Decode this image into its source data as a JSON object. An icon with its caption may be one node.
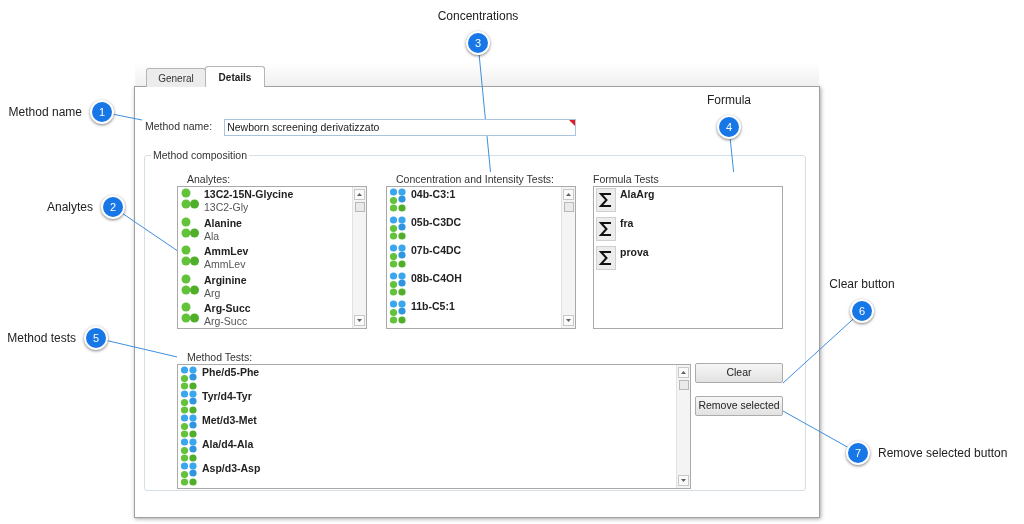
{
  "diagram": {
    "nodes": [
      {
        "text": [
          "3"
        ],
        "beside": [
          "Concentrations"
        ]
      },
      {
        "text": [
          "4"
        ],
        "beside": [
          "Formula"
        ]
      },
      {
        "text": [
          "1"
        ],
        "beside": [
          "Method name"
        ]
      },
      {
        "text": [
          "Method name:",
          "Newborn screening derivatizzato"
        ]
      },
      {
        "text": [
          "Method composition"
        ]
      },
      {
        "text": [
          "Analytes:",
          "13C2-15N-Glycine",
          "13C2-Gly",
          "Alanine",
          "Ala",
          "AmmLev",
          "AmmLev",
          "Arginine",
          "Arg",
          "Arg-Succ",
          "Arg-Succ"
        ],
        "in": 4
      },
      {
        "text": [
          "Concentration and Intensity Tests:",
          "04b-C3:1",
          "05b-C3DC",
          "07b-C4DC",
          "08b-C4OH",
          "11b-C5:1"
        ],
        "in": 4
      },
      {
        "text": [
          "Formula Tests",
          "AlaArg",
          "fra",
          "prova"
        ],
        "in": 4
      },
      {
        "text": [
          "2"
        ],
        "beside": [
          "Analytes"
        ]
      },
      {
        "text": [
          "6"
        ],
        "beside": [
          "Clear button"
        ]
      },
      {
        "text": [
          "5"
        ],
        "beside": [
          "Method tests"
        ]
      },
      {
        "text": [
          "Method Tests:",
          "Phe/d5-Phe",
          "Tyr/d4-Tyr",
          "Met/d3-Met",
          "Ala/d4-Ala",
          "Asp/d3-Asp"
        ],
        "in": 4
      },
      {
        "text": [
          "Clear"
        ],
        "in": 4
      },
      {
        "text": [
          "Remove selected"
        ],
        "in": 4
      },
      {
        "text": [
          "7"
        ],
        "beside": [
          "Remove selected button"
        ]
      }
    ],
    "edges": [
      {
        "from": 0,
        "to": 6,
        "arrow": "none"
      },
      {
        "from": 1,
        "to": 7,
        "arrow": "none"
      },
      {
        "from": 2,
        "to": 3,
        "arrow": "none"
      },
      {
        "from": 8,
        "to": 5,
        "arrow": "none"
      },
      {
        "from": 9,
        "to": 12,
        "arrow": "none"
      },
      {
        "from": 10,
        "to": 11,
        "arrow": "none"
      },
      {
        "from": 14,
        "to": 13,
        "arrow": "none"
      }
    ],
    "labels": [
      "General",
      "Details"
    ]
  }
}
